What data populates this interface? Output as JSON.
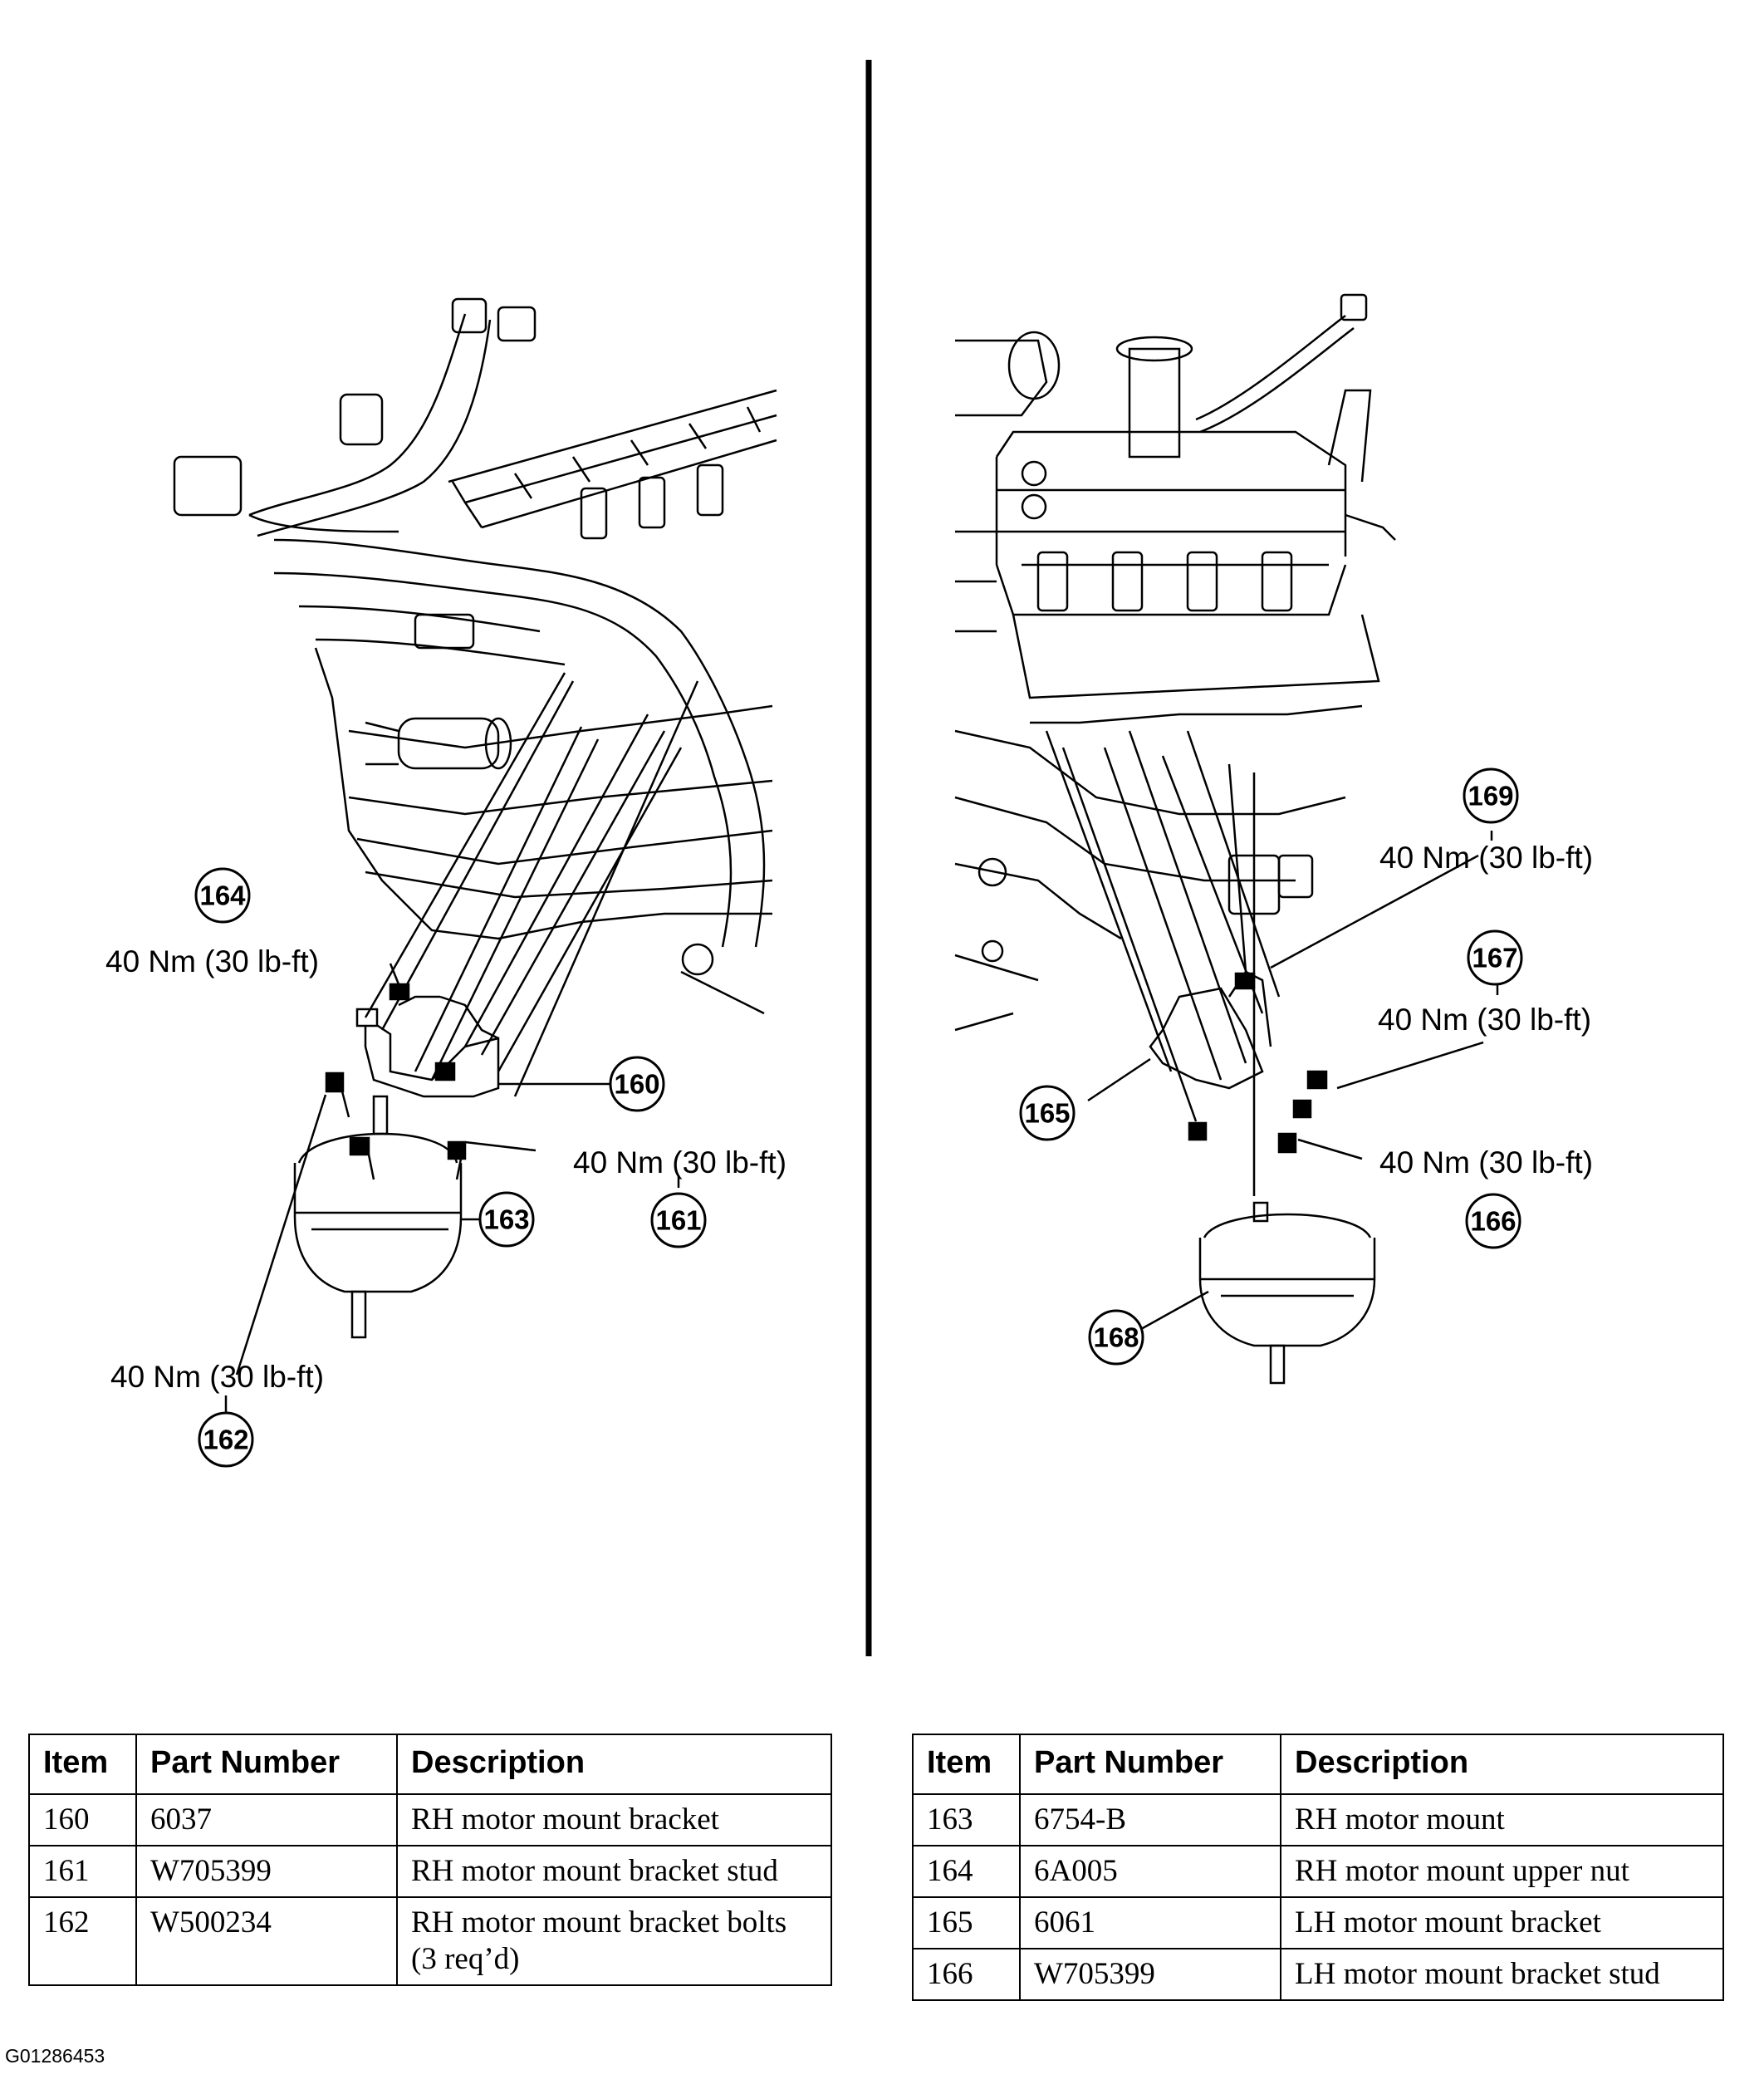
{
  "figure_code": "G01286453",
  "torque_labels": {
    "t164": "40 Nm (30 lb-ft)",
    "t161": "40 Nm (30 lb-ft)",
    "t162": "40 Nm (30 lb-ft)",
    "t169": "40 Nm (30 lb-ft)",
    "t167": "40 Nm (30 lb-ft)",
    "t166": "40 Nm (30 lb-ft)"
  },
  "callouts": {
    "c160": "160",
    "c161": "161",
    "c162": "162",
    "c163": "163",
    "c164": "164",
    "c165": "165",
    "c166": "166",
    "c167": "167",
    "c168": "168",
    "c169": "169"
  },
  "table_headers": {
    "item": "Item",
    "part_number": "Part Number",
    "description": "Description"
  },
  "table_left": [
    {
      "item": "160",
      "part_number": "6037",
      "description": "RH motor mount bracket"
    },
    {
      "item": "161",
      "part_number": "W705399",
      "description": "RH motor mount bracket stud"
    },
    {
      "item": "162",
      "part_number": "W500234",
      "description": "RH motor mount bracket bolts (3 req’d)"
    }
  ],
  "table_right": [
    {
      "item": "163",
      "part_number": "6754-B",
      "description": "RH motor mount"
    },
    {
      "item": "164",
      "part_number": "6A005",
      "description": "RH motor mount upper nut"
    },
    {
      "item": "165",
      "part_number": "6061",
      "description": "LH motor mount bracket"
    },
    {
      "item": "166",
      "part_number": "W705399",
      "description": "LH motor mount bracket stud"
    }
  ]
}
